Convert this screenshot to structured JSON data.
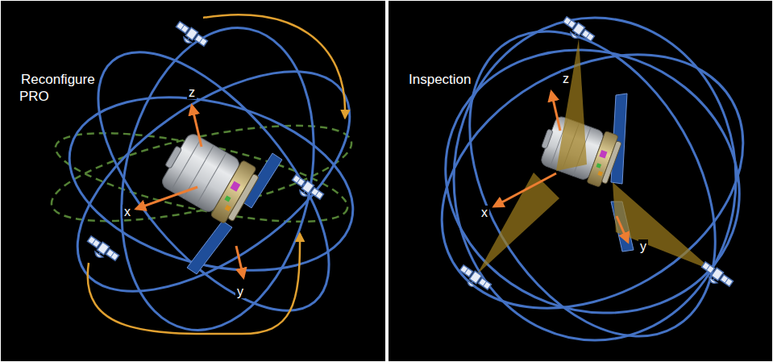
{
  "diagram": {
    "labels": [
      "Reconfigure PRO",
      "z",
      "x",
      "y",
      "Inspection",
      "z",
      "x",
      "y"
    ]
  }
}
